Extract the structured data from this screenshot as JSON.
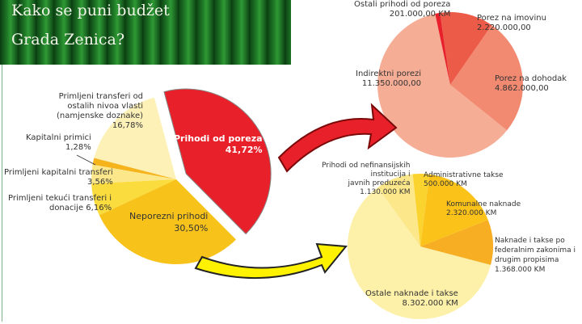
{
  "title": {
    "line1": "Kako se puni budžet",
    "line2": "Grada Zenica?"
  },
  "chart_data": [
    {
      "type": "pie",
      "title": "Budžet Grada Zenica",
      "unit": "%",
      "slices": [
        {
          "label": "Prihodi od poreza",
          "value": 41.72,
          "text": "41,72%",
          "color": "#e8202a"
        },
        {
          "label": "Neporezni prihodi",
          "value": 30.5,
          "text": "30,50%",
          "color": "#f7c21a"
        },
        {
          "label": "Primljeni tekući transferi i donacije",
          "value": 6.16,
          "text": "6,16%",
          "color": "#fbdc3e"
        },
        {
          "label": "Primljeni kapitalni transferi",
          "value": 3.56,
          "text": "3,56%",
          "color": "#fce88a"
        },
        {
          "label": "Kapitalni primici",
          "value": 1.28,
          "text": "1,28%",
          "color": "#f5b41c"
        },
        {
          "label": "Primljeni transferi od ostalih nivoa vlasti (namjenske doznake)",
          "value": 16.78,
          "text": "16,78%",
          "color": "#fdf1b8"
        }
      ]
    },
    {
      "type": "pie",
      "title": "Prihodi od poreza",
      "unit": "KM",
      "slices": [
        {
          "label": "Ostali prihodi od poreza",
          "value": 201000,
          "text": "201.000,00 KM",
          "color": "#e8202a"
        },
        {
          "label": "Porez na imovinu",
          "value": 2220000,
          "text": "2.220.000,00",
          "color": "#ec5a48"
        },
        {
          "label": "Porez na dohodak",
          "value": 4862000,
          "text": "4.862.000,00",
          "color": "#f28a72"
        },
        {
          "label": "Indirektni porezi",
          "value": 11350000,
          "text": "11.350.000,00",
          "color": "#f6ad96"
        }
      ]
    },
    {
      "type": "pie",
      "title": "Neporezni prihodi",
      "unit": "KM",
      "slices": [
        {
          "label": "Administrativne takse",
          "value": 500000,
          "text": "500.000 KM",
          "color": "#fbd32e"
        },
        {
          "label": "Komunalne naknade",
          "value": 2320000,
          "text": "2.320.000 KM",
          "color": "#fbc21a"
        },
        {
          "label": "Naknade i takse po federalnim zakonima i drugim propisima",
          "value": 1368000,
          "text": "1.368.000 KM",
          "color": "#f7ae22"
        },
        {
          "label": "Ostale naknade i takse",
          "value": 8302000,
          "text": "8.302.000 KM",
          "color": "#fdf0a8"
        },
        {
          "label": "Prihodi od nefinansijskih institucija i javnih preduzeća",
          "value": 1130000,
          "text": "1.130.000 KM",
          "color": "#fce88a"
        }
      ]
    }
  ]
}
